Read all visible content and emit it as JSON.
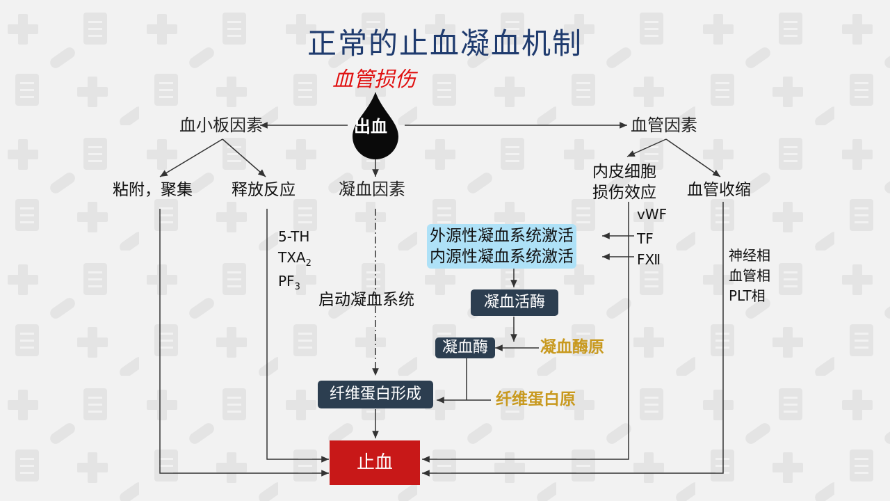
{
  "title": "正常的止血凝血机制",
  "trigger": {
    "injury": "血管损伤",
    "bleeding": "出血"
  },
  "branches": {
    "platelet": "血小板因素",
    "coagulation": "凝血因素",
    "vascular": "血管因素"
  },
  "platelet_effects": {
    "adhesion": "粘附，聚集",
    "release": "释放反应"
  },
  "release_substances": {
    "line1": "5-TH",
    "line2": "TXA",
    "line2_sub": "2",
    "line3": "PF",
    "line3_sub": "3"
  },
  "vascular_effects": {
    "endothelial_line1": "内皮细胞",
    "endothelial_line2": "损伤效应",
    "contraction": "血管收缩"
  },
  "endothelial_factors": {
    "vwf": "vWF",
    "tf": "TF",
    "fxii": "FⅫ"
  },
  "contraction_phases": {
    "line1": "神经相",
    "line2": "血管相",
    "line3": "PLT相"
  },
  "coagulation_steps": {
    "start": "启动凝血系统",
    "extrinsic": "外源性凝血系统激活",
    "intrinsic": "内源性凝血系统激活",
    "active_enzyme": "凝血活酶",
    "thrombin": "凝血酶",
    "prothrombin": "凝血酶原",
    "fibrin": "纤维蛋白形成",
    "fibrinogen": "纤维蛋白原"
  },
  "outcome": "止血",
  "colors": {
    "title": "#1f3b6e",
    "injury": "#e01010",
    "outcome_box": "#c81818",
    "step_box": "#2c3e50",
    "activation_box": "#aee1f7",
    "precursor_text": "#c8991e"
  }
}
